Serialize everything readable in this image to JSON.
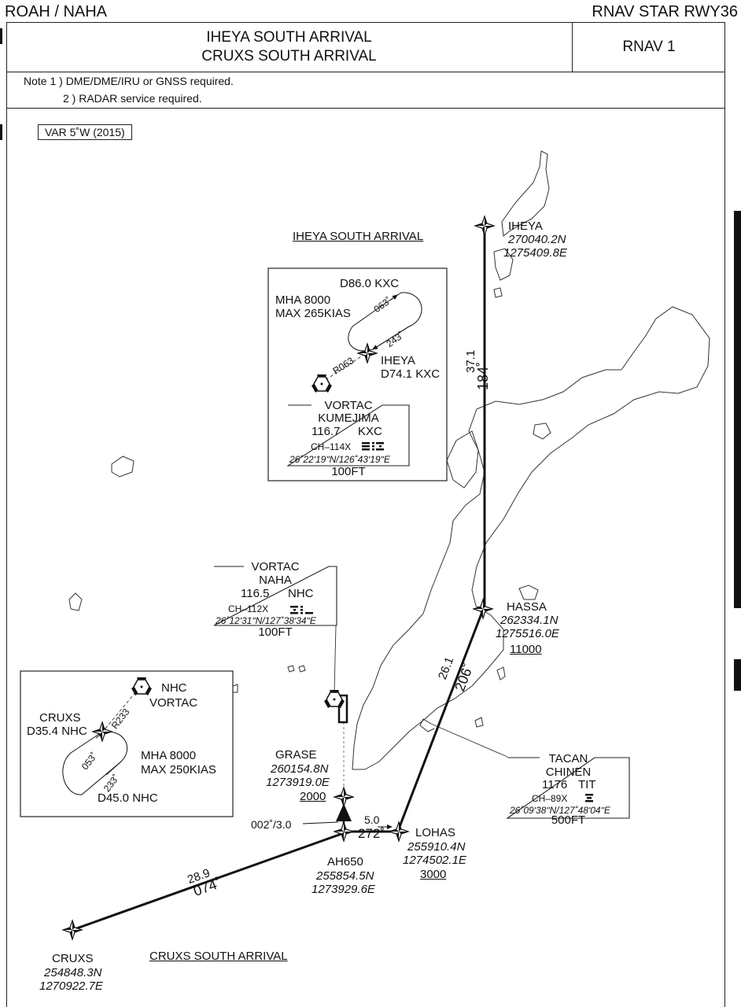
{
  "header": {
    "left": "ROAH / NAHA",
    "right": "RNAV STAR RWY36"
  },
  "title": {
    "line1": "IHEYA SOUTH ARRIVAL",
    "line2": "CRUXS SOUTH ARRIVAL",
    "nav_spec": "RNAV 1"
  },
  "notes": {
    "line1": "Note  1 ) DME/DME/IRU or GNSS required.",
    "line2": "2 ) RADAR service required."
  },
  "variation": "VAR 5˚W (2015)",
  "route_titles": {
    "iheya": "IHEYA SOUTH ARRIVAL",
    "cruxs": "CRUXS SOUTH ARRIVAL"
  },
  "waypoints": {
    "iheya": {
      "name": "IHEYA",
      "lat": "270040.2N",
      "lon": "1275409.8E"
    },
    "hassa": {
      "name": "HASSA",
      "lat": "262334.1N",
      "lon": "1275516.0E",
      "alt": "11000"
    },
    "grase": {
      "name": "GRASE",
      "lat": "260154.8N",
      "lon": "1273919.0E",
      "alt": "2000"
    },
    "lohas": {
      "name": "LOHAS",
      "lat": "255910.4N",
      "lon": "1274502.1E",
      "alt": "3000"
    },
    "ah650": {
      "name": "AH650",
      "lat": "255854.5N",
      "lon": "1273929.6E"
    },
    "cruxs": {
      "name": "CRUXS",
      "lat": "254848.3N",
      "lon": "1270922.7E"
    }
  },
  "legs": {
    "iheya_hassa": {
      "dist": "37.1",
      "course": "184˚"
    },
    "hassa_lohas": {
      "dist": "26.1",
      "course": "206˚"
    },
    "lohas_ah650": {
      "dist": "5.0",
      "course": "272˚"
    },
    "cruxs_ah650": {
      "dist": "28.9",
      "course": "074˚"
    },
    "ah650_grase": "002˚/3.0"
  },
  "hold_iheya": {
    "fix_label": "D86.0 KXC",
    "mha": "MHA 8000",
    "max": "MAX 265KIAS",
    "inbound": "243˚",
    "outbound": "063˚",
    "radial": "R063",
    "fix_name": "IHEYA",
    "fix_dme": "D74.1 KXC"
  },
  "navaid_kxc": {
    "type": "VORTAC",
    "name": "KUMEJIMA",
    "freq": "116.7",
    "ident": "KXC",
    "channel": "CH–114X",
    "coords": "26˚22ʹ19ʺN/126˚43ʹ19ʺE",
    "elev": "100FT"
  },
  "navaid_nhc": {
    "type": "VORTAC",
    "name": "NAHA",
    "freq": "116.5",
    "ident": "NHC",
    "channel": "CH–112X",
    "coords": "26˚12ʹ31ʺN/127˚38ʹ34ʺE",
    "elev": "100FT"
  },
  "hold_cruxs": {
    "station": "NHC",
    "station_type": "VORTAC",
    "fix_name": "CRUXS",
    "fix_dme": "D35.4 NHC",
    "radial": "R233",
    "outbound": "053˚",
    "inbound": "233˚",
    "mha": "MHA 8000",
    "max": "MAX 250KIAS",
    "end_label": "D45.0 NHC"
  },
  "navaid_tit": {
    "type": "TACAN",
    "name": "CHINEN",
    "freq": "1176",
    "ident": "TIT",
    "channel": "CH–89X",
    "coords": "26˚09ʹ38ʺN/127˚48ʹ04ʺE",
    "elev": "500FT"
  },
  "colors": {
    "ink": "#111111",
    "background": "#ffffff"
  }
}
